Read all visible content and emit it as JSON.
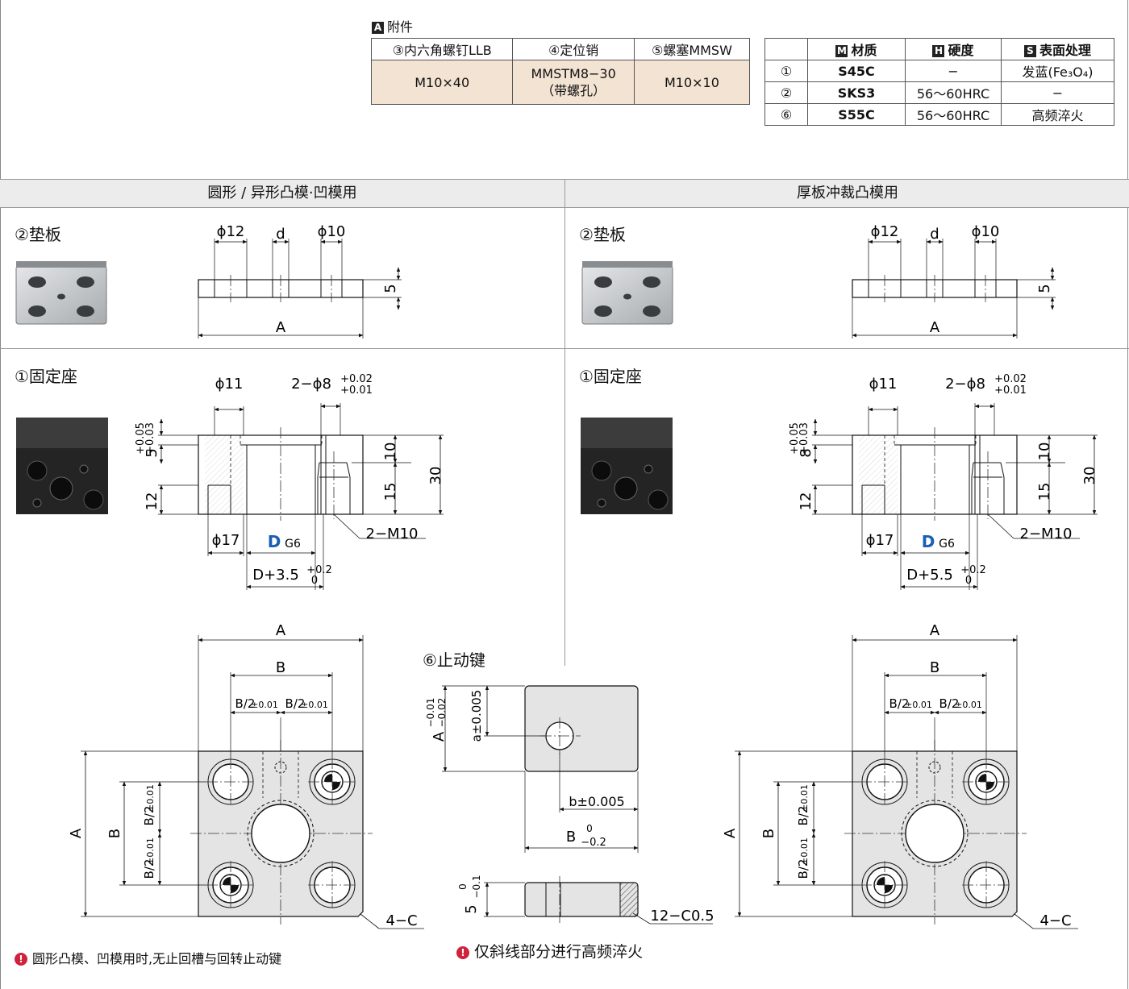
{
  "accessories": {
    "badge": "A",
    "title": "附件",
    "headers": [
      "③内六角螺钉LLB",
      "④定位销",
      "⑤螺塞MMSW"
    ],
    "values": [
      "M10×40",
      "MMSTM8−30",
      "M10×10"
    ],
    "pin_note": "（带螺孔）"
  },
  "materials": {
    "headers": [
      {
        "badge": "M",
        "label": "材质"
      },
      {
        "badge": "H",
        "label": "硬度"
      },
      {
        "badge": "S",
        "label": "表面处理"
      }
    ],
    "rows": [
      {
        "no": "①",
        "material": "S45C",
        "hardness": "−",
        "surface": "发蓝(Fe₃O₄)"
      },
      {
        "no": "②",
        "material": "SKS3",
        "hardness": "56～60HRC",
        "surface": "−"
      },
      {
        "no": "⑥",
        "material": "S55C",
        "hardness": "56～60HRC",
        "surface": "高频淬火"
      }
    ]
  },
  "sections": {
    "left": "圆形 / 异形凸模·凹模用",
    "right": "厚板冲裁凸模用"
  },
  "part_labels": {
    "backing_plate": "②垫板",
    "holder": "①固定座",
    "key": "⑥止动键"
  },
  "dims": {
    "phi12": "ϕ12",
    "d": "d",
    "phi10": "ϕ10",
    "five": "5",
    "A": "A",
    "B": "B",
    "phi11": "ϕ11",
    "pin_holes": "2−ϕ8",
    "pin_tol_up": "+0.02",
    "pin_tol_dn": "+0.01",
    "left_depth": "5",
    "right_depth": "8",
    "depth_tol_up": "+0.05",
    "depth_tol_dn": "+0.03",
    "ten": "10",
    "fifteen": "15",
    "thirty": "30",
    "twelve": "12",
    "phi17": "ϕ17",
    "D": "D",
    "G6": "G6",
    "m10": "2−M10",
    "left_cb": "D+3.5",
    "right_cb": "D+5.5",
    "cb_tol_up": "+0.2",
    "cb_tol_dn": "0",
    "b2": "B/2",
    "pm001": "±0.01",
    "chamfer": "4−C",
    "key_A": "A",
    "key_A_up": "−0.01",
    "key_A_dn": "−0.02",
    "key_a": "a±0.005",
    "key_b": "b±0.005",
    "key_B": "B",
    "key_B_up": "0",
    "key_B_dn": "−0.2",
    "key_5": "5",
    "key_5_up": "0",
    "key_5_dn": "−0.1",
    "key_chamfer": "12−C0.5"
  },
  "notes": {
    "left": "圆形凸模、凹模用时,无止回槽与回转止动键",
    "middle": "仅斜线部分进行高频淬火"
  },
  "colors": {
    "accent_blue": "#1a5fb4",
    "table_fill": "#f3e3d2",
    "note_red": "#d0223c",
    "steel_dark": "#2a2a2a",
    "steel_light": "#c8cccf"
  }
}
